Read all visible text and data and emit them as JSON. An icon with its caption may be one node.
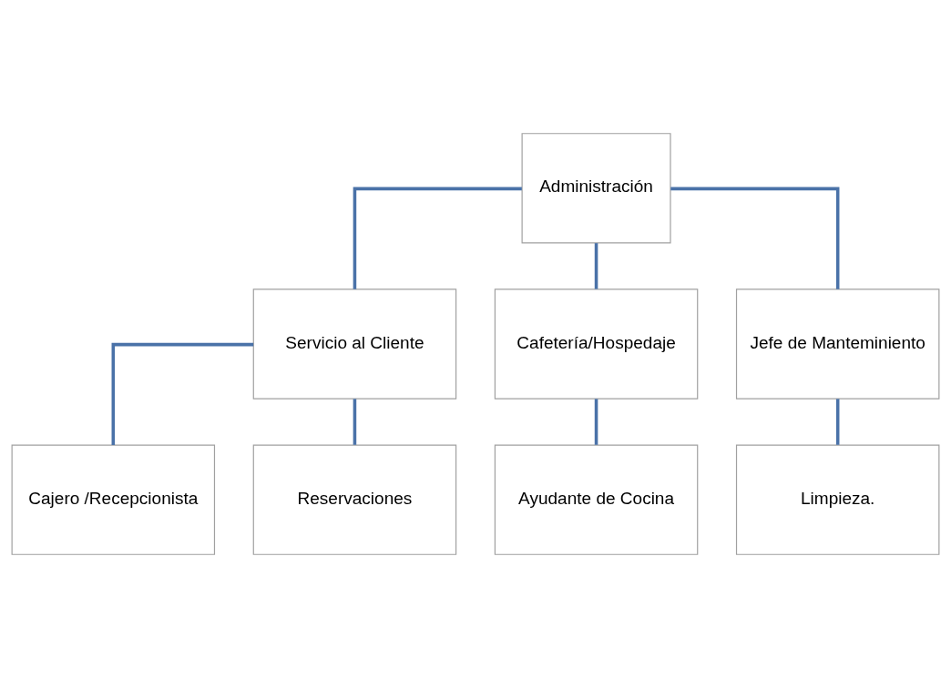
{
  "diagram": {
    "nodes": [
      {
        "text": [
          "Administración"
        ]
      },
      {
        "text": [
          "Servicio al Cliente"
        ]
      },
      {
        "text": [
          "Cafetería/Hospedaje"
        ]
      },
      {
        "text": [
          "Jefe de Manteminiento"
        ]
      },
      {
        "text": [
          "Cajero /Recepcionista"
        ]
      },
      {
        "text": [
          "Reservaciones"
        ]
      },
      {
        "text": [
          "Ayudante de Cocina"
        ]
      },
      {
        "text": [
          "Limpieza."
        ]
      }
    ],
    "edges": [
      {
        "from": 0,
        "to": 1,
        "arrow": "none"
      },
      {
        "from": 0,
        "to": 2,
        "arrow": "none"
      },
      {
        "from": 0,
        "to": 3,
        "arrow": "none"
      },
      {
        "from": 1,
        "to": 4,
        "arrow": "none"
      },
      {
        "from": 1,
        "to": 5,
        "arrow": "none"
      },
      {
        "from": 2,
        "to": 6,
        "arrow": "none"
      },
      {
        "from": 3,
        "to": 7,
        "arrow": "none"
      }
    ]
  }
}
